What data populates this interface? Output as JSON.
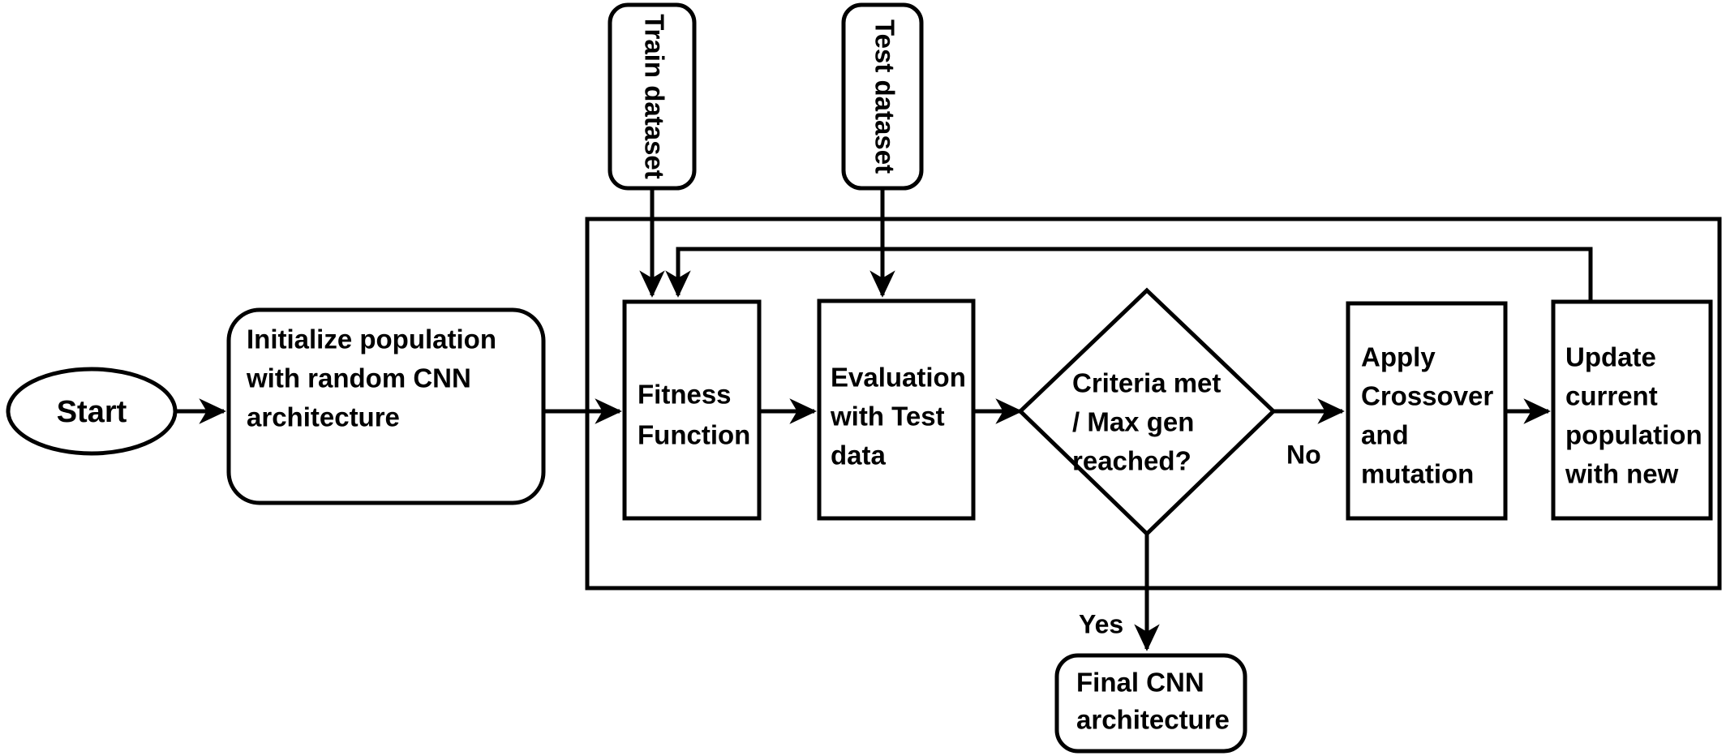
{
  "diagram": {
    "title": "Genetic algorithm CNN architecture search flowchart",
    "colors": {
      "stroke": "#000000",
      "fill": "#ffffff",
      "background": "#ffffff"
    },
    "nodes": {
      "start": {
        "label": "Start",
        "shape": "ellipse"
      },
      "initialize": {
        "shape": "rounded-rect",
        "lines": [
          "Initialize population",
          "with random CNN",
          "architecture"
        ]
      },
      "train_dataset": {
        "label": "Train dataset",
        "shape": "rounded-rect",
        "orientation": "vertical"
      },
      "test_dataset": {
        "label": "Test dataset",
        "shape": "rounded-rect",
        "orientation": "vertical"
      },
      "fitness": {
        "shape": "rect",
        "lines": [
          "Fitness",
          "Function"
        ]
      },
      "evaluation": {
        "shape": "rect",
        "lines": [
          "Evaluation",
          "with Test",
          "data"
        ]
      },
      "criteria": {
        "shape": "diamond",
        "lines": [
          "Criteria met",
          "/ Max gen",
          "reached?"
        ]
      },
      "crossover": {
        "shape": "rect",
        "lines": [
          "Apply",
          "Crossover",
          "and",
          "mutation"
        ]
      },
      "update": {
        "shape": "rect",
        "lines": [
          "Update",
          "current",
          "population",
          "with new"
        ]
      },
      "final": {
        "shape": "rounded-rect",
        "lines": [
          "Final CNN",
          "architecture"
        ]
      }
    },
    "edge_labels": {
      "no": "No",
      "yes": "Yes"
    }
  }
}
